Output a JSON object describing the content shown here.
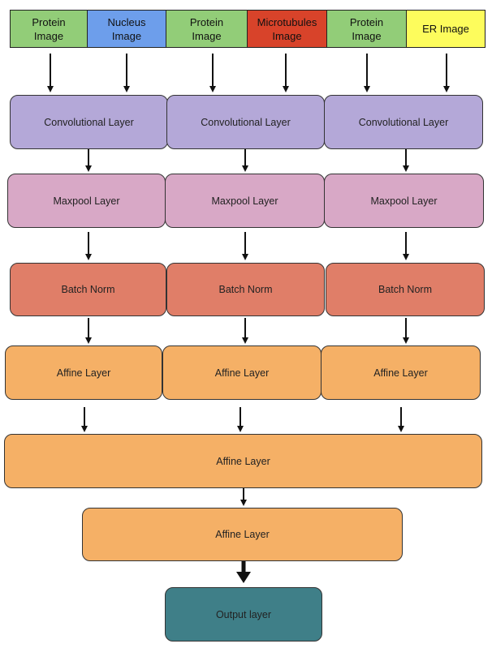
{
  "inputs": [
    {
      "label": "Protein\nImage",
      "color": "#92cd78"
    },
    {
      "label": "Nucleus\nImage",
      "color": "#6d9eeb"
    },
    {
      "label": "Protein\nImage",
      "color": "#92cd78"
    },
    {
      "label": "Microtubules\nImage",
      "color": "#d8432a"
    },
    {
      "label": "Protein\nImage",
      "color": "#92cd78"
    },
    {
      "label": "ER Image",
      "color": "#fdfc5c"
    }
  ],
  "branches": [
    {
      "conv": "Convolutional Layer",
      "pool": "Maxpool Layer",
      "norm": "Batch Norm",
      "affine": "Affine Layer"
    },
    {
      "conv": "Convolutional Layer",
      "pool": "Maxpool Layer",
      "norm": "Batch Norm",
      "affine": "Affine Layer"
    },
    {
      "conv": "Convolutional Layer",
      "pool": "Maxpool Layer",
      "norm": "Batch Norm",
      "affine": "Affine Layer"
    }
  ],
  "merged_affine": "Affine Layer",
  "final_affine": "Affine Layer",
  "output": "Output layer"
}
